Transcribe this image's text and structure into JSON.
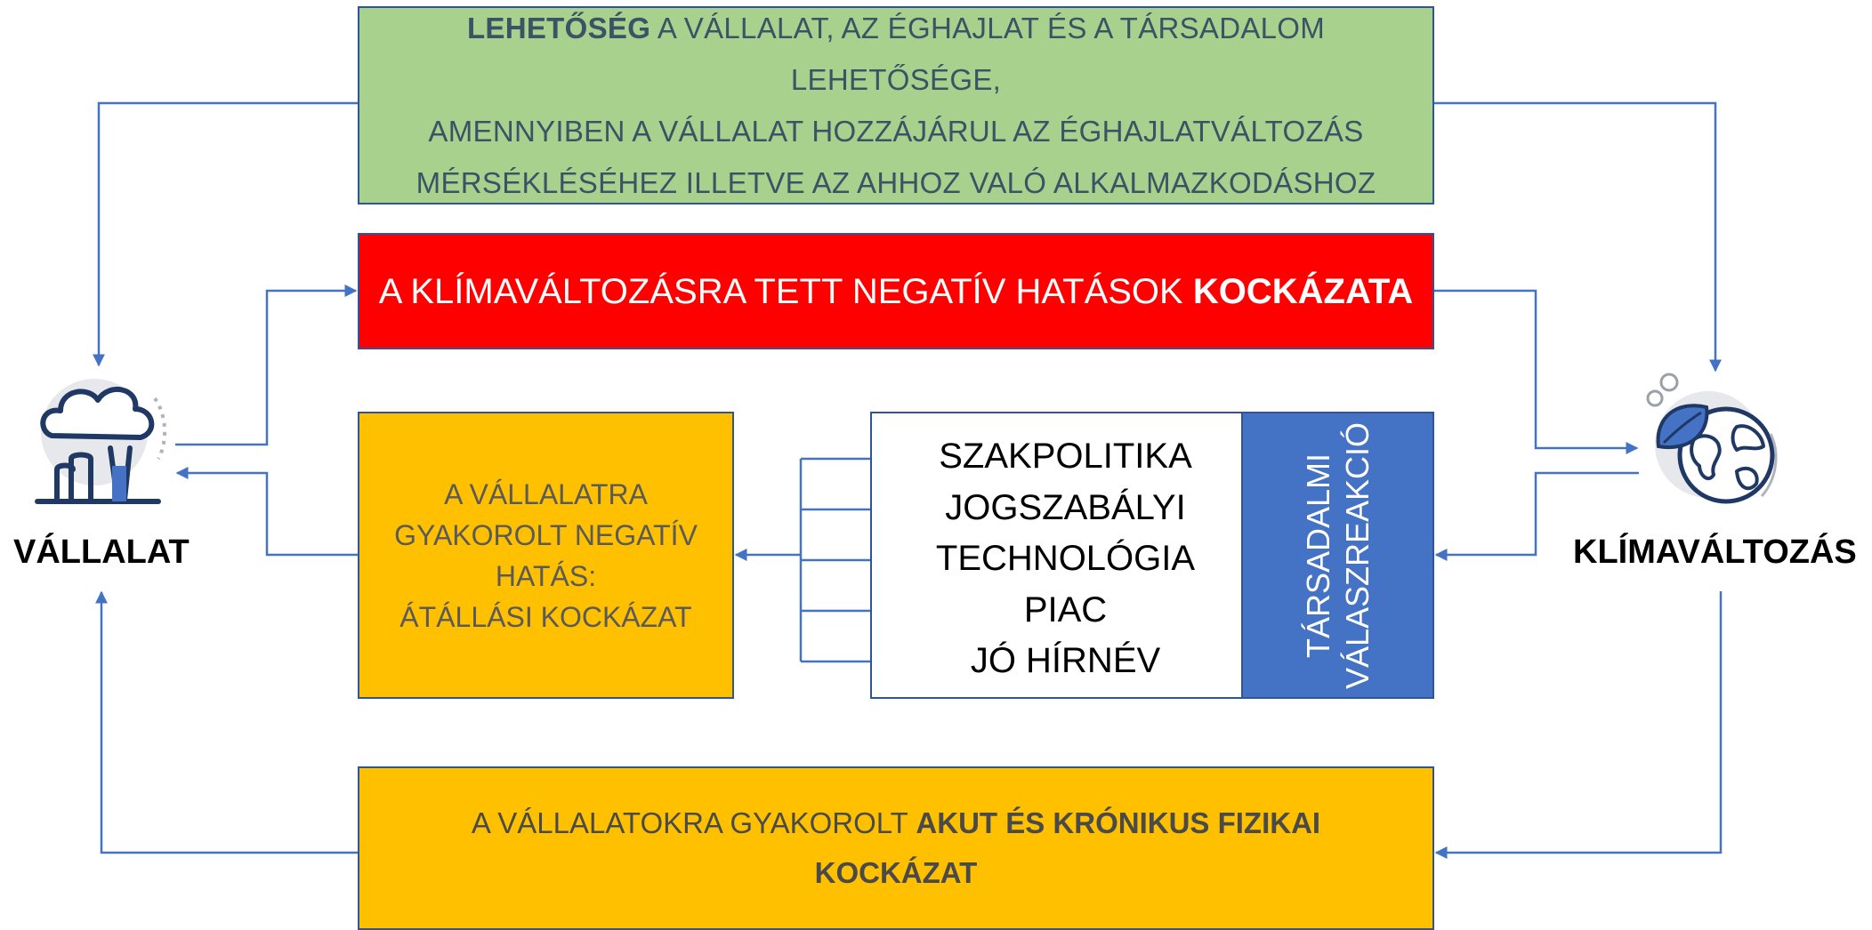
{
  "colors": {
    "line": "#4472c4",
    "opportunity": "#a9d18e",
    "risk": "#ff0000",
    "transition": "#ffc000",
    "physical": "#ffc000",
    "social": "#4472c4"
  },
  "left_node": {
    "label": "VÁLLALAT",
    "icon": "factory-icon"
  },
  "right_node": {
    "label": "KLÍMAVÁLTOZÁS",
    "icon": "climate-globe-icon"
  },
  "opportunity": {
    "bold": "LEHETŐSÉG",
    "line1": " A VÁLLALAT, AZ ÉGHAJLAT ÉS A TÁRSADALOM LEHETŐSÉGE,",
    "line2": "AMENNYIBEN A VÁLLALAT HOZZÁJÁRUL AZ ÉGHAJLATVÁLTOZÁS",
    "line3": "MÉRSÉKLÉSÉHEZ ILLETVE AZ AHHOZ VALÓ ALKALMAZKODÁSHOZ"
  },
  "negative_impact_risk": {
    "text": "A KLÍMAVÁLTOZÁSRA TETT NEGATÍV HATÁSOK ",
    "bold": "KOCKÁZATA"
  },
  "transition_risk": {
    "line1": "A VÁLLALATRA",
    "line2": "GYAKOROLT NEGATÍV",
    "line3": "HATÁS:",
    "bold": "ÁTÁLLÁSI KOCKÁZAT"
  },
  "drivers": [
    "SZAKPOLITIKA",
    "JOGSZABÁLYI",
    "TECHNOLÓGIA",
    "PIAC",
    "JÓ HÍRNÉV"
  ],
  "social_reaction": {
    "line1": "TÁRSADALMI",
    "line2": "VÁLASZREAKCIÓ"
  },
  "physical_risk": {
    "text": "A VÁLLALATOKRA GYAKOROLT ",
    "bold": "AKUT ÉS KRÓNIKUS FIZIKAI KOCKÁZAT"
  }
}
